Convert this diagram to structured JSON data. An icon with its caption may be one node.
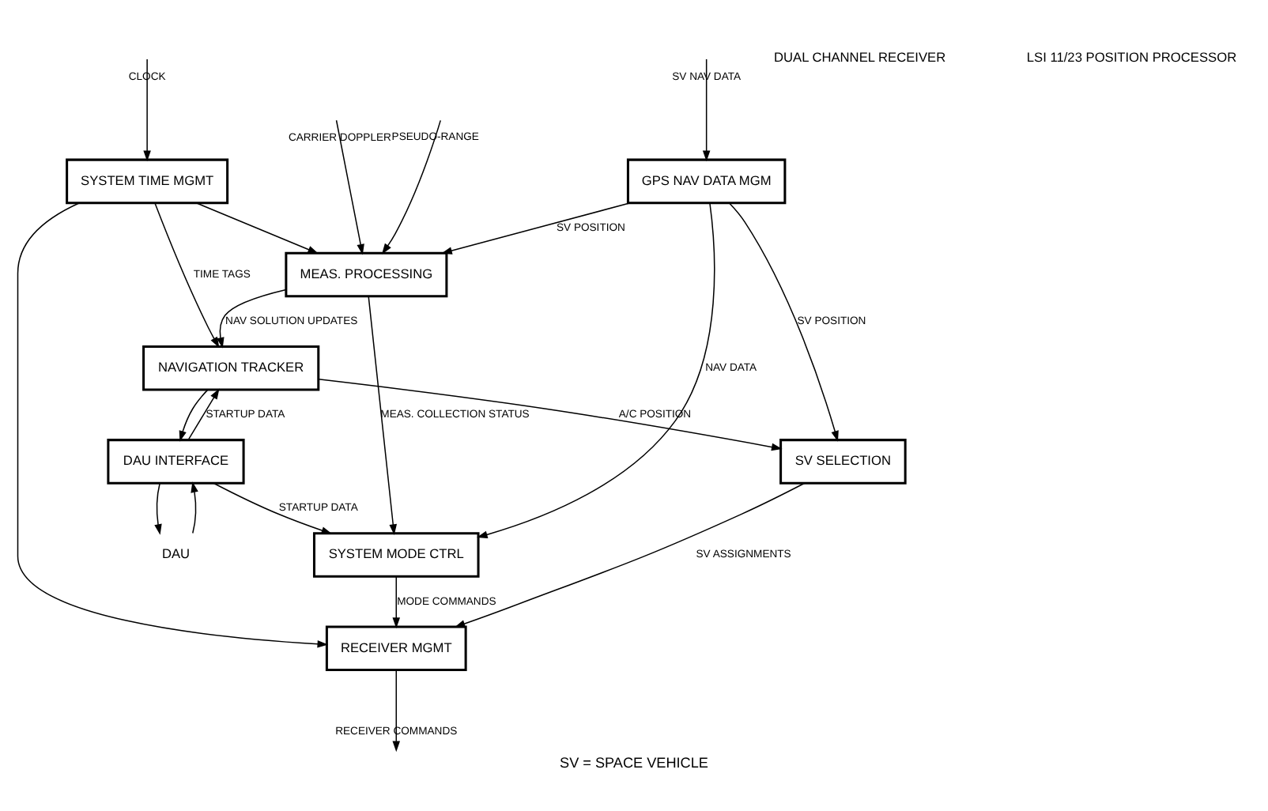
{
  "diagram": {
    "caption": "SV = SPACE VEHICLE",
    "nodes": [
      {
        "text": [
          "SYSTEM TIME MGMT"
        ]
      },
      {
        "text": [
          "MEAS. PROCESSING"
        ]
      },
      {
        "text": [
          "NAVIGATION TRACKER"
        ]
      },
      {
        "text": [
          "GPS NAV DATA MGM"
        ]
      },
      {
        "text": [
          "SV SELECTION"
        ]
      },
      {
        "text": [
          "RECEIVER MGMT"
        ]
      },
      {
        "text": [
          "SYSTEM MODE CTRL"
        ]
      },
      {
        "text": [
          "DAU INTERFACE"
        ]
      },
      {
        "text": [
          "DAU"
        ]
      }
    ],
    "edges": [
      {
        "from": null,
        "to": 0,
        "arrow": "to",
        "label": "CLOCK"
      },
      {
        "from": 0,
        "to": 1,
        "arrow": "to"
      },
      {
        "from": 0,
        "to": 2,
        "arrow": "to",
        "label": "TIME TAGS"
      },
      {
        "from": 0,
        "to": 5,
        "arrow": "to"
      },
      {
        "from": null,
        "to": 1,
        "arrow": "to",
        "label": "PSEUDO-RANGE"
      },
      {
        "from": null,
        "to": 1,
        "arrow": "to",
        "label": "CARRIER DOPPLER"
      },
      {
        "from": 1,
        "to": 2,
        "arrow": "to",
        "label": "NAV SOLUTION UPDATES"
      },
      {
        "from": 1,
        "to": 6,
        "arrow": "to",
        "label": "MEAS. COLLECTION STATUS"
      },
      {
        "from": 3,
        "to": 1,
        "arrow": "to",
        "label": "SV POSITION"
      },
      {
        "from": null,
        "to": 3,
        "arrow": "to",
        "label": "SV NAV DATA"
      },
      {
        "from": 3,
        "to": 6,
        "arrow": "to",
        "label": "NAV DATA"
      },
      {
        "from": 3,
        "to": 4,
        "arrow": "to",
        "label": "SV POSITION"
      },
      {
        "from": 2,
        "to": 7,
        "arrow": "to"
      },
      {
        "from": 2,
        "to": 4,
        "arrow": "to",
        "label": "A/C POSITION"
      },
      {
        "from": 7,
        "to": 2,
        "arrow": "to",
        "label": "STARTUP DATA"
      },
      {
        "from": 4,
        "to": 5,
        "arrow": "to",
        "label": "SV ASSIGNMENTS"
      },
      {
        "from": 6,
        "to": 5,
        "arrow": "to",
        "label": "MODE COMMANDS"
      },
      {
        "from": 7,
        "to": 6,
        "arrow": "to",
        "label": "STARTUP DATA"
      },
      {
        "from": 5,
        "to": null,
        "arrow": "to",
        "label": "RECEIVER COMMANDS"
      },
      {
        "from": 8,
        "to": 7,
        "arrow": "to"
      },
      {
        "from": 7,
        "to": 8,
        "arrow": "to"
      }
    ],
    "labels": [
      "DUAL CHANNEL RECEIVER",
      "LSI 11/23 POSITION PROCESSOR"
    ]
  }
}
